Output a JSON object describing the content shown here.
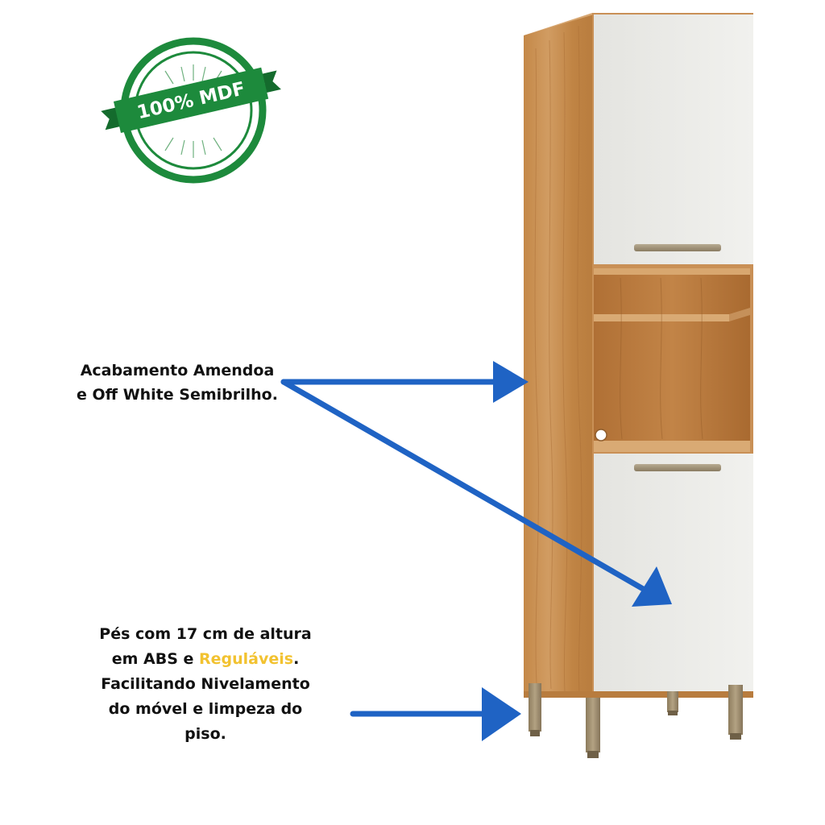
{
  "badge": {
    "text": "100% MDF",
    "color": "#1d8a3c"
  },
  "captions": {
    "finish": {
      "line1": "Acabamento Amendoa",
      "line2": "e Off White Semibrilho."
    },
    "feet": {
      "line1": "Pés com 17 cm de altura",
      "line2_pre": "em ABS e ",
      "line2_highlight": "Reguláveis",
      "line2_post": ".",
      "line3": "Facilitando Nivelamento",
      "line4": "do móvel e limpeza do",
      "line5": "piso."
    }
  },
  "colors": {
    "arrow": "#1f63c4",
    "wood": "#c98e52",
    "door": "#ebebe8",
    "highlight": "#f2c230",
    "feet": "#9b8a6b"
  },
  "icons": [
    "stamp-badge",
    "arrow-icon"
  ]
}
